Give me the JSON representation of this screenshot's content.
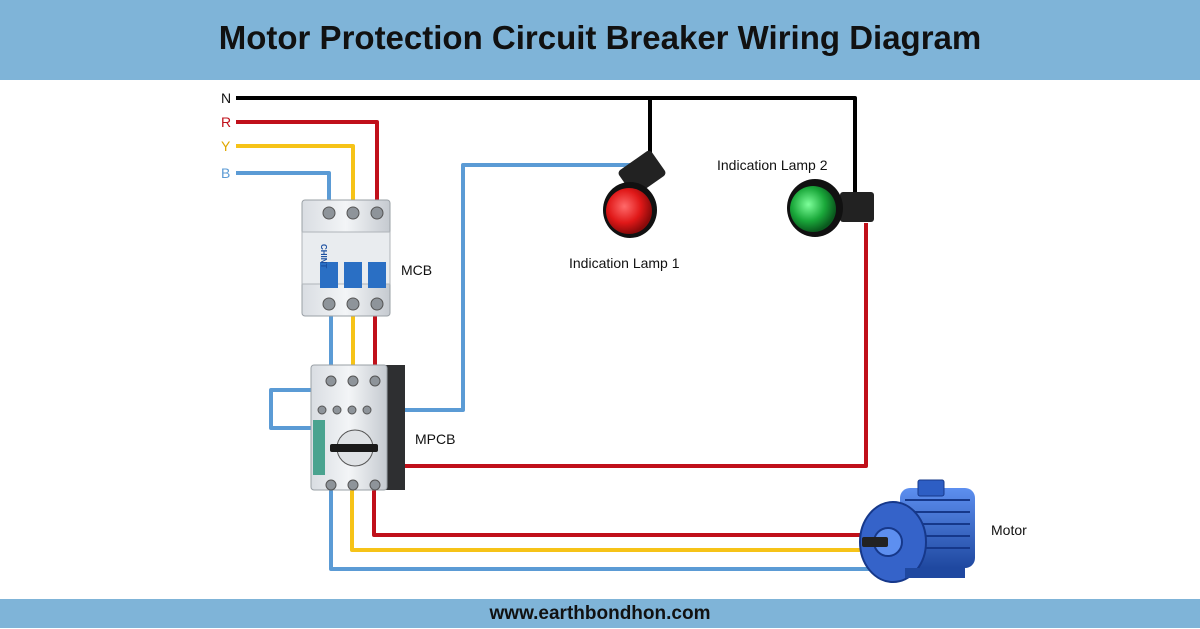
{
  "title": "Motor Protection Circuit Breaker Wiring Diagram",
  "website": "www.earthbondhon.com",
  "lines": {
    "n": "N",
    "r": "R",
    "y": "Y",
    "b": "B"
  },
  "labels": {
    "mcb": "MCB",
    "mpcb": "MPCB",
    "motor": "Motor",
    "lamp1": "Indication Lamp 1",
    "lamp2": "Indication Lamp 2"
  },
  "mcb_brand": "CHINT",
  "colors": {
    "header_bg": "#7fb4d8",
    "neutral": "#000000",
    "red_phase": "#c0101a",
    "yellow_phase": "#f6c318",
    "blue_phase": "#5b9bd5",
    "lamp1": "#e01818",
    "lamp2": "#1aa83a",
    "motor": "#2f5fc4"
  }
}
